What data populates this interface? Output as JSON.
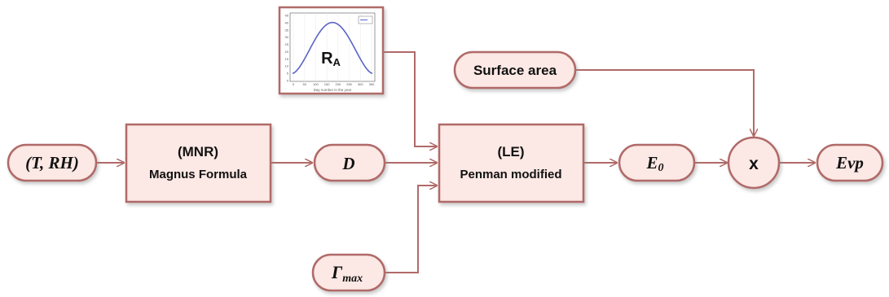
{
  "nodes": {
    "t_rh": {
      "text": "(T, RH)"
    },
    "mnr": {
      "line1": "(MNR)",
      "line2": "Magnus Formula"
    },
    "d": {
      "text": "D"
    },
    "le": {
      "line1": "(LE)",
      "line2": "Penman modified"
    },
    "e0": {
      "base": "E",
      "sub": "0"
    },
    "times": {
      "text": "x"
    },
    "evp": {
      "text": "Evp"
    },
    "surface_area": {
      "text": "Surface area"
    },
    "gamma_max": {
      "base": "Γ",
      "sub": "max"
    },
    "ra": {
      "base": "R",
      "sub": "A"
    }
  },
  "ra_plot": {
    "x_ticks": [
      "0",
      "50",
      "100",
      "150",
      "200",
      "250",
      "300",
      "350"
    ],
    "y_ticks": [
      "45",
      "40",
      "35",
      "30",
      "25",
      "20",
      "15",
      "10",
      "5",
      "0"
    ],
    "xlabel": "Day number in the year",
    "legend": "",
    "curve_color": "#5a63c7"
  },
  "colors": {
    "box_fill": "#fce8e4",
    "stroke": "#b06a68",
    "arrow": "#b06a68"
  }
}
